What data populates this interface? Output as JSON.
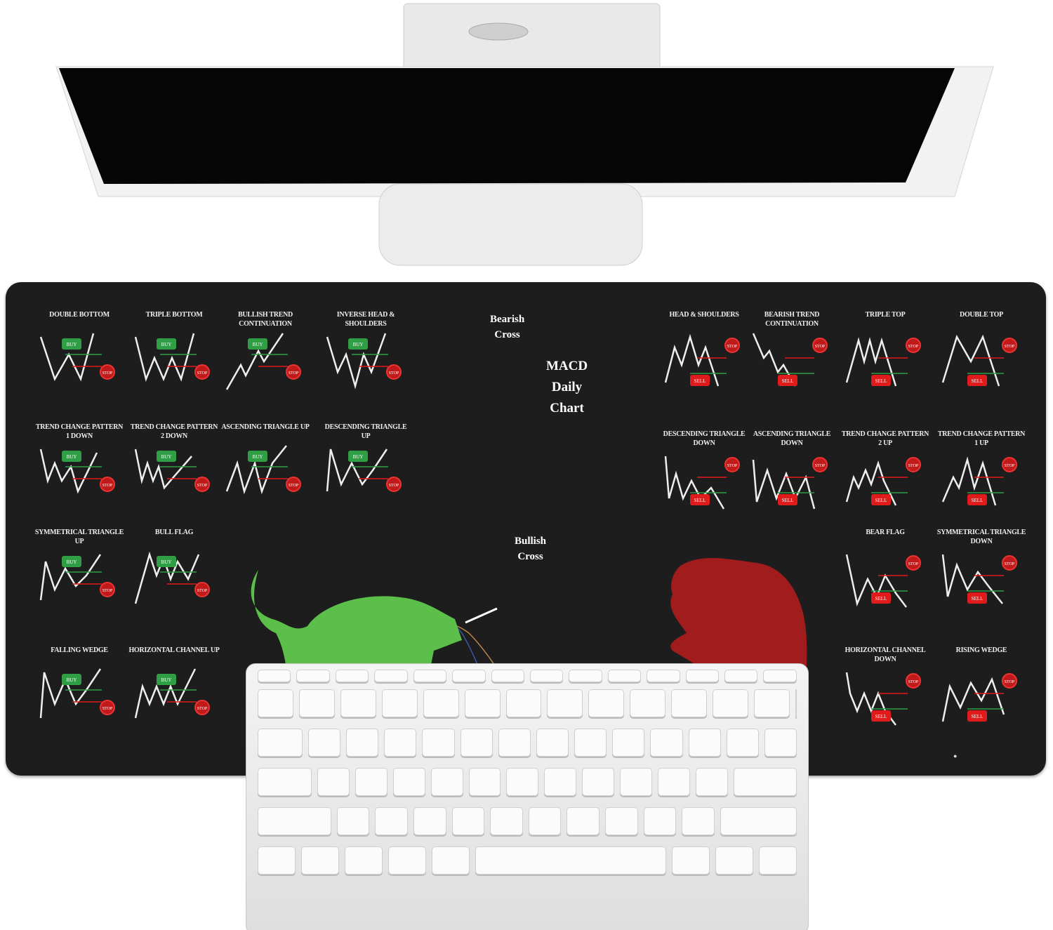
{
  "product": {
    "left_patterns": [
      {
        "label": "Double Bottom",
        "signal": "BUY",
        "stop": "STOP"
      },
      {
        "label": "Triple Bottom",
        "signal": "BUY",
        "stop": "STOP"
      },
      {
        "label": "Bullish Trend Continuation",
        "signal": "BUY",
        "stop": "STOP"
      },
      {
        "label": "Inverse Head & Shoulders",
        "signal": "BUY",
        "stop": "STOP"
      },
      {
        "label": "Trend Change Pattern 1 Down",
        "signal": "BUY",
        "stop": "STOP"
      },
      {
        "label": "Trend Change Pattern 2 Down",
        "signal": "BUY",
        "stop": "STOP"
      },
      {
        "label": "Ascending Triangle Up",
        "signal": "BUY",
        "stop": "STOP"
      },
      {
        "label": "Descending Triangle Up",
        "signal": "BUY",
        "stop": "STOP"
      },
      {
        "label": "Symmetrical Triangle Up",
        "signal": "BUY",
        "stop": "STOP"
      },
      {
        "label": "Bull Flag",
        "signal": "BUY",
        "stop": "STOP"
      },
      {
        "label": "Falling Wedge",
        "signal": "BUY",
        "stop": "STOP"
      },
      {
        "label": "Horizontal Channel Up",
        "signal": "BUY",
        "stop": "STOP"
      }
    ],
    "right_patterns": [
      {
        "label": "Head & Shoulders",
        "signal": "SELL",
        "stop": "STOP"
      },
      {
        "label": "Bearish Trend Continuation",
        "signal": "SELL",
        "stop": "STOP"
      },
      {
        "label": "Triple Top",
        "signal": "SELL",
        "stop": "STOP"
      },
      {
        "label": "Double Top",
        "signal": "SELL",
        "stop": "STOP"
      },
      {
        "label": "Descending Triangle Down",
        "signal": "SELL",
        "stop": "STOP"
      },
      {
        "label": "Ascending Triangle Down",
        "signal": "SELL",
        "stop": "STOP"
      },
      {
        "label": "Trend Change Pattern 2 Up",
        "signal": "SELL",
        "stop": "STOP"
      },
      {
        "label": "Trend Change Pattern 1 Up",
        "signal": "SELL",
        "stop": "STOP"
      },
      {
        "label": "Bear Flag",
        "signal": "SELL",
        "stop": "STOP"
      },
      {
        "label": "Symmetrical Triangle Down",
        "signal": "SELL",
        "stop": "STOP"
      },
      {
        "label": "Horizontal Channel Down",
        "signal": "SELL",
        "stop": "STOP"
      },
      {
        "label": "Rising Wedge",
        "signal": "SELL",
        "stop": "STOP"
      }
    ],
    "macd": {
      "title_line1": "MACD",
      "title_line2": "Daily",
      "title_line3": "Chart",
      "bearish_line1": "Bearish",
      "bearish_line2": "Cross",
      "bullish_line1": "Bullish",
      "bullish_line2": "Cross"
    },
    "colors": {
      "mat": "#1d1d1d",
      "bull": "#5bbf4a",
      "bear": "#a11d1d",
      "buy": "#2f9e44",
      "sell": "#e01b1b"
    }
  }
}
